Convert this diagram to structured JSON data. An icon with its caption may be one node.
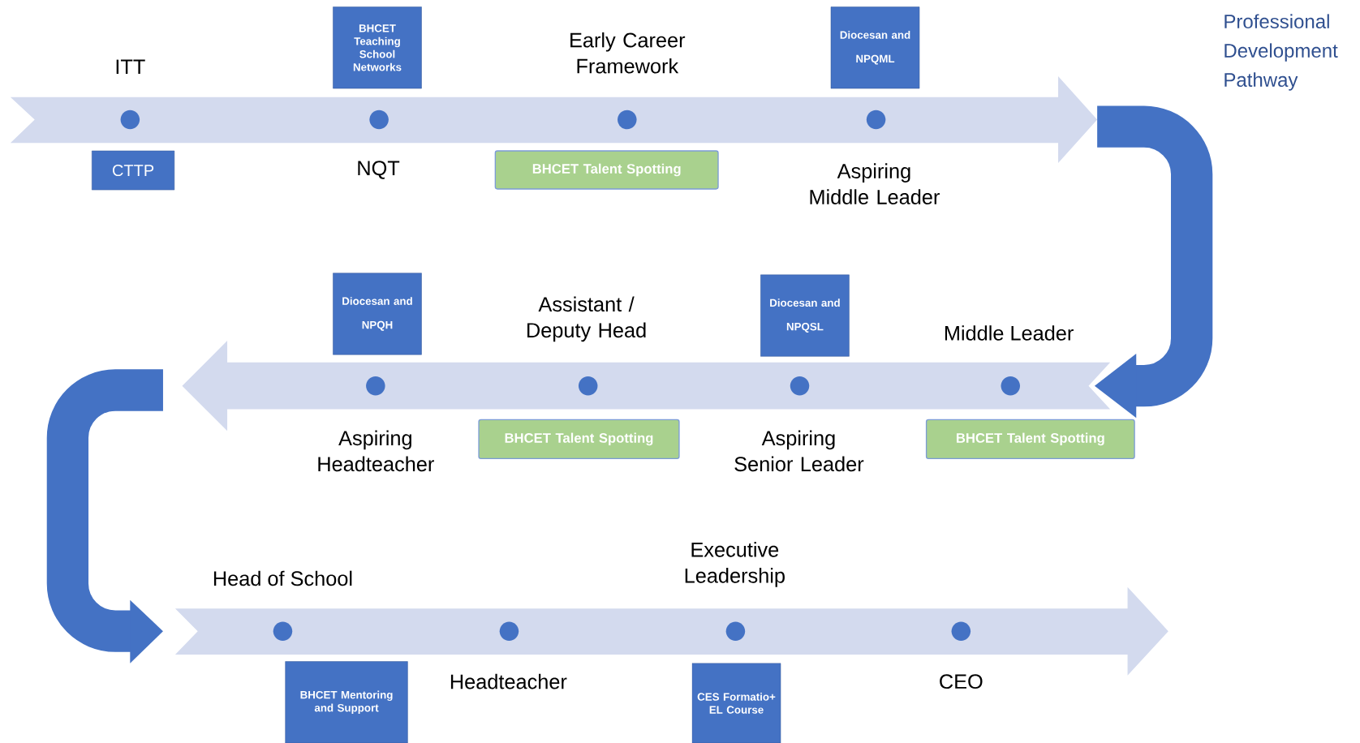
{
  "diagram": {
    "title": "Professional Development Pathway",
    "nodes": [
      {
        "text": [
          "BHCET Teaching School Networks"
        ]
      },
      {
        "text": [
          "Diocesan and",
          "NPQML"
        ]
      },
      {
        "text": [
          "CTTP"
        ]
      },
      {
        "text": [
          "BHCET Talent Spotting"
        ]
      },
      {
        "text": [
          "Diocesan and",
          "NPQH"
        ]
      },
      {
        "text": [
          "Diocesan and",
          "NPQSL"
        ]
      },
      {
        "text": [
          "BHCET Talent Spotting"
        ]
      },
      {
        "text": [
          "BHCET Talent Spotting"
        ]
      },
      {
        "text": [
          "BHCET Mentoring and Support"
        ]
      },
      {
        "text": [
          "CES Formatio+ EL Course"
        ]
      }
    ],
    "labels": [
      "ITT",
      "Early Career Framework",
      "NQT",
      "Aspiring Middle Leader",
      "Assistant / Deputy Head",
      "Middle Leader",
      "Aspiring Headteacher",
      "Aspiring Senior Leader",
      "Executive Leadership",
      "Head of School",
      "Headteacher",
      "CEO"
    ]
  }
}
